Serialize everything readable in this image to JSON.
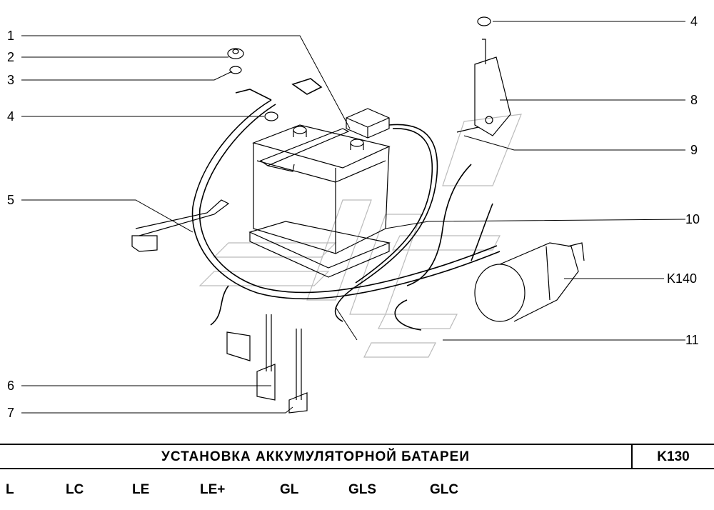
{
  "callouts": {
    "left": [
      "1",
      "2",
      "3",
      "4",
      "5",
      "6",
      "7"
    ],
    "right": [
      "4",
      "8",
      "9",
      "10",
      "K140",
      "11"
    ]
  },
  "title": "УСТАНОВКА АККУМУЛЯТОРНОЙ БАТАРЕИ",
  "code": "K130",
  "variants": [
    "L",
    "LC",
    "LE",
    "LE+",
    "GL",
    "GLS",
    "GLC"
  ]
}
